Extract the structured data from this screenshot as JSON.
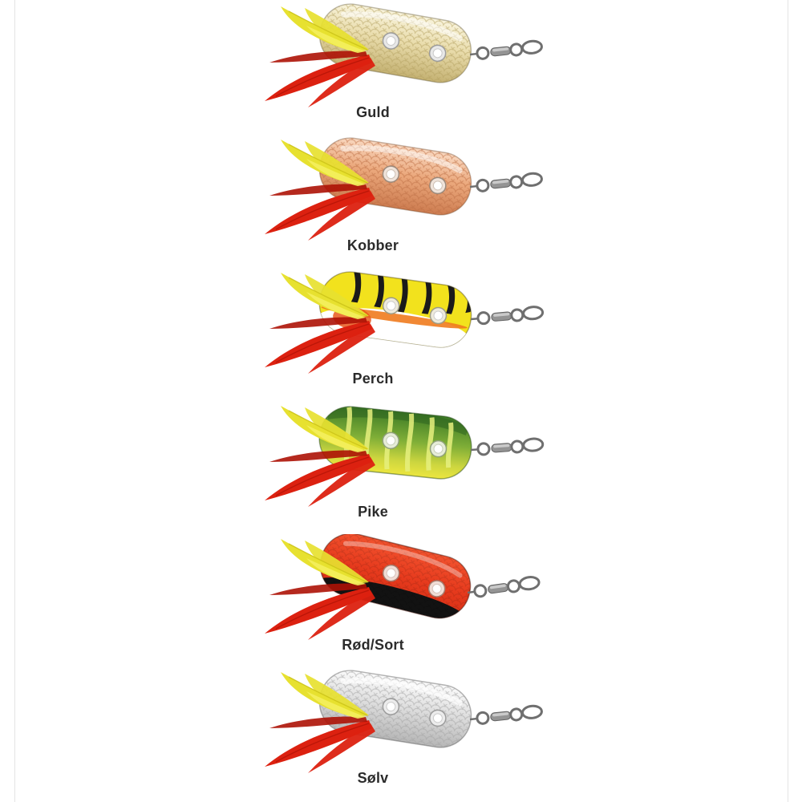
{
  "page": {
    "background_color": "#ffffff",
    "description": "Vertical product collage of six feather-tail spoon fishing lures, each with a barrel swivel chain and a colour-variant name underneath"
  },
  "feather_colors": {
    "red": "#dc2110",
    "yellow": "#e7e130"
  },
  "hardware_color": "#6f6f6f",
  "label_text_color": "#2b2b2b",
  "lures": [
    {
      "label": "Guld",
      "body_colors": [
        "#f9f4dd",
        "#c4b172"
      ]
    },
    {
      "label": "Kobber",
      "body_colors": [
        "#f9d8c0",
        "#cd7c50"
      ]
    },
    {
      "label": "Perch",
      "body_colors": [
        "#f2e21d",
        "#ffffff",
        "#1a1a1a",
        "#ef7b1e"
      ]
    },
    {
      "label": "Pike",
      "body_colors": [
        "#3c7a25",
        "#ece63f",
        "#e6f07e"
      ]
    },
    {
      "label": "Rød/Sort",
      "body_colors": [
        "#e63a1d",
        "#121212"
      ]
    },
    {
      "label": "Sølv",
      "body_colors": [
        "#fbfbfb",
        "#b6b6b6"
      ]
    }
  ]
}
